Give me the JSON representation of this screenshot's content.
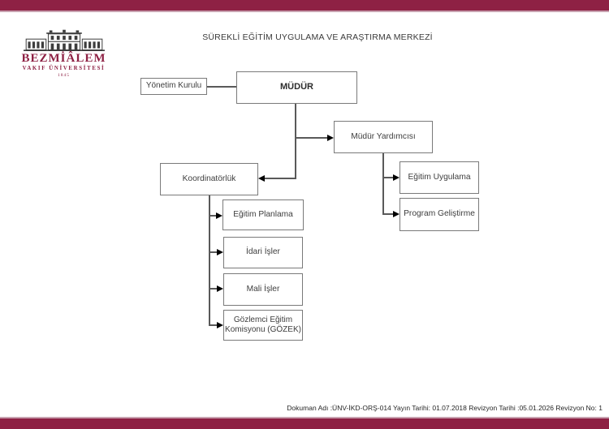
{
  "theme": {
    "accent_color": "#8e2144",
    "bar_edge_color": "#c8a2b0",
    "box_border_color": "#7a7a7a",
    "connector_color": "#595959"
  },
  "logo": {
    "icon": "university-building-icon",
    "name": "BEZMİÂLEM",
    "subtitle": "VAKIF ÜNİVERSİTESİ",
    "year": "1845"
  },
  "header": {
    "title": "SÜREKLİ EĞİTİM UYGULAMA VE ARAŞTIRMA MERKEZİ"
  },
  "org_chart": {
    "nodes": [
      {
        "id": "yonetim-kurulu",
        "label": "Yönetim Kurulu"
      },
      {
        "id": "mudur",
        "label": "MÜDÜR"
      },
      {
        "id": "mudur-yardimcisi",
        "label": "Müdür Yardımcısı"
      },
      {
        "id": "koordinatorluk",
        "label": "Koordinatörlük"
      },
      {
        "id": "egitim-uygulama",
        "label": "Eğitim Uygulama"
      },
      {
        "id": "program-gelistirme",
        "label": "Program Geliştirme"
      },
      {
        "id": "egitim-planlama",
        "label": "Eğitim Planlama"
      },
      {
        "id": "idari-isler",
        "label": "İdari İşler"
      },
      {
        "id": "mali-isler",
        "label": "Mali İşler"
      },
      {
        "id": "gozek",
        "label": "Gözlemci Eğitim Komisyonu (GÖZEK)"
      }
    ],
    "edges": [
      "yonetim-kurulu — mudur",
      "mudur → mudur-yardimcisi",
      "mudur → koordinatorluk",
      "mudur-yardimcisi → egitim-uygulama",
      "mudur-yardimcisi → program-gelistirme",
      "koordinatorluk → egitim-planlama",
      "koordinatorluk → idari-isler",
      "koordinatorluk → mali-isler",
      "koordinatorluk → gozek"
    ]
  },
  "footer": {
    "document_info": "Dokuman Adı :ÜNV-İKD-ORŞ-014 Yayın Tarihi: 01.07.2018 Revizyon Tarihi :05.01.2026 Revizyon No: 1"
  }
}
